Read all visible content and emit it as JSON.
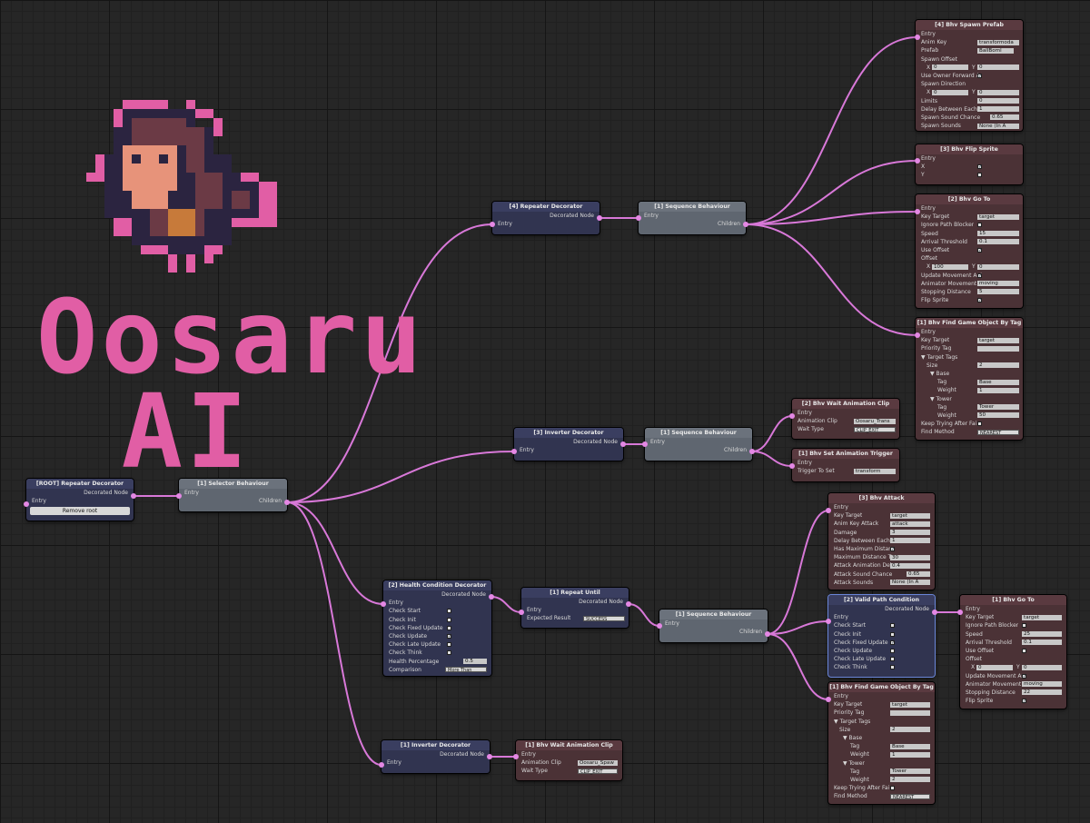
{
  "logo": {
    "line1": "Oosaru",
    "line2": "AI"
  },
  "colors": {
    "wire": "#d878d8",
    "logo_pink": "#e15ea5"
  },
  "root": {
    "title": "[ROOT] Repeater Decorator",
    "entry": "Entry",
    "decorated": "Decorated Node",
    "remove": "Remove root"
  },
  "selector": {
    "title": "[1] Selector Behaviour",
    "entry": "Entry",
    "children": "Children"
  },
  "rep4": {
    "title": "[4] Repeater Decorator",
    "entry": "Entry",
    "decorated": "Decorated Node"
  },
  "seq_top": {
    "title": "[1] Sequence Behaviour",
    "entry": "Entry",
    "children": "Children"
  },
  "spawn": {
    "title": "[4] Bhv Spawn Prefab",
    "entry": "Entry",
    "anim_key": "Anim Key",
    "anim_key_val": "transformoda",
    "prefab": "Prefab",
    "prefab_val": "BallBoml",
    "spawn_offset": "Spawn Offset",
    "x": "X",
    "ox": "0",
    "y": "Y",
    "oy": "0",
    "use_owner": "Use Owner Forward A",
    "spawn_dir": "Spawn Direction",
    "dx": "0",
    "dy": "0",
    "limits": "Limits",
    "limits_val": "0",
    "delay": "Delay Between Each",
    "delay_val": "1",
    "chance": "Spawn Sound Chance",
    "chance_val": "0.65",
    "sounds": "Spawn Sounds",
    "sounds_val": "None (In A"
  },
  "flip": {
    "title": "[3] Bhv Flip Sprite",
    "entry": "Entry",
    "x": "X",
    "y": "Y"
  },
  "goto_top": {
    "title": "[2] Bhv Go To",
    "entry": "Entry",
    "key_target": "Key Target",
    "key_target_val": "target",
    "ignore": "Ignore Path Blocker",
    "speed": "Speed",
    "speed_val": "15",
    "arrival": "Arrival Threshold",
    "arrival_val": "0.1",
    "use_offset": "Use Offset",
    "offset": "Offset",
    "x": "X",
    "ox": "100",
    "y": "Y",
    "oy": "0",
    "update": "Update Movement Ani",
    "animator": "Animator Movement",
    "animator_val": "moving",
    "stopping": "Stopping Distance",
    "stopping_val": "5",
    "flip": "Flip Sprite"
  },
  "find_top": {
    "title": "[1] Bhv Find Game Object By Tag",
    "entry": "Entry",
    "key_target": "Key Target",
    "key_target_val": "target",
    "priority": "Priority Tag",
    "target_tags": "▼ Target Tags",
    "size": "Size",
    "size_val": "2",
    "base": "▼ Base",
    "tag": "Tag",
    "tag_base": "Base",
    "weight": "Weight",
    "w1": "1",
    "tower": "▼ Tower",
    "tag_tower": "Tower",
    "w2": "50",
    "keep": "Keep Trying After Fai",
    "find_method": "Find Method",
    "find_method_val": "NEAREST"
  },
  "inv3": {
    "title": "[3] Inverter Decorator",
    "entry": "Entry",
    "decorated": "Decorated Node"
  },
  "seq_mid": {
    "title": "[1] Sequence Behaviour",
    "entry": "Entry",
    "children": "Children"
  },
  "wait2": {
    "title": "[2] Bhv Wait Animation Clip",
    "entry": "Entry",
    "clip": "Animation Clip",
    "clip_val": "Oosaru_Trans",
    "wait_type": "Wait Type",
    "wait_type_val": "CLIP_EXIT"
  },
  "trigger": {
    "title": "[1] Bhv Set Animation Trigger",
    "entry": "Entry",
    "trigger": "Trigger To Set",
    "trigger_val": "transform"
  },
  "health": {
    "title": "[2] Health Condition Decorator",
    "entry": "Entry",
    "decorated": "Decorated Node",
    "c1": "Check Start",
    "c2": "Check Init",
    "c3": "Check Fixed Update",
    "c4": "Check Update",
    "c5": "Check Late Update",
    "c6": "Check Think",
    "pct": "Health Percentage",
    "pct_val": "0.5",
    "cmp": "Comparison",
    "cmp_val": "More Than"
  },
  "repeat": {
    "title": "[1] Repeat Until",
    "entry": "Entry",
    "decorated": "Decorated Node",
    "expected": "Expected Result",
    "expected_val": "SUCCESS"
  },
  "seq_low": {
    "title": "[1] Sequence Behaviour",
    "entry": "Entry",
    "children": "Children"
  },
  "attack": {
    "title": "[3] Bhv Attack",
    "entry": "Entry",
    "key_target": "Key Target",
    "key_target_val": "target",
    "anim_key": "Anim Key Attack",
    "anim_key_val": "attack",
    "damage": "Damage",
    "damage_val": "3",
    "delay": "Delay Between Each",
    "delay_val": "1",
    "has_max": "Has Maximum Distan",
    "max": "Maximum Distance To",
    "max_val": "30",
    "anim_delay": "Attack Animation Dela",
    "anim_delay_val": "0.4",
    "chance": "Attack Sound Chance",
    "chance_val": "0.65",
    "sounds": "Attack Sounds",
    "sounds_val": "None (In A"
  },
  "valid": {
    "title": "[2] Valid Path Condition",
    "entry": "Entry",
    "decorated": "Decorated Node",
    "c1": "Check Start",
    "c2": "Check Init",
    "c3": "Check Fixed Update",
    "c4": "Check Update",
    "c5": "Check Late Update",
    "c6": "Check Think"
  },
  "goto_low": {
    "title": "[1] Bhv Go To",
    "entry": "Entry",
    "key_target": "Key Target",
    "key_target_val": "target",
    "ignore": "Ignore Path Blocker",
    "speed": "Speed",
    "speed_val": "25",
    "arrival": "Arrival Threshold",
    "arrival_val": "0.1",
    "use_offset": "Use Offset",
    "offset": "Offset",
    "x": "X",
    "ox": "0",
    "y": "Y",
    "oy": "0",
    "update": "Update Movement An",
    "animator": "Animator Movement",
    "animator_val": "moving",
    "stopping": "Stopping Distance",
    "stopping_val": "22",
    "flip": "Flip Sprite"
  },
  "find_low": {
    "title": "[1] Bhv Find Game Object By Tag",
    "entry": "Entry",
    "key_target": "Key Target",
    "key_target_val": "target",
    "priority": "Priority Tag",
    "target_tags": "▼ Target Tags",
    "size": "Size",
    "size_val": "2",
    "base": "▼ Base",
    "tag": "Tag",
    "tag_base": "Base",
    "weight": "Weight",
    "w1": "1",
    "tower": "▼ Tower",
    "tag_tower": "Tower",
    "w2": "2",
    "keep": "Keep Trying After Fai",
    "find_method": "Find Method",
    "find_method_val": "NEAREST"
  },
  "inv1": {
    "title": "[1] Inverter Decorator",
    "entry": "Entry",
    "decorated": "Decorated Node"
  },
  "wait1": {
    "title": "[1] Bhv Wait Animation Clip",
    "entry": "Entry",
    "clip": "Animation Clip",
    "clip_val": "Oosaru_Spaw",
    "wait_type": "Wait Type",
    "wait_type_val": "CLIP_EXIT"
  }
}
